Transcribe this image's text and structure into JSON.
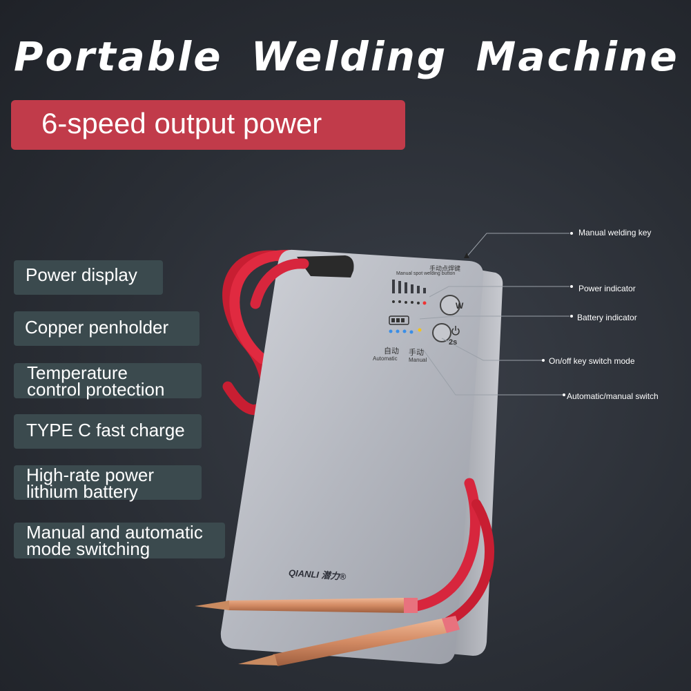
{
  "title": "Portable  Welding  Machine",
  "banner": "6-speed output power",
  "features": [
    "Power display",
    "Copper penholder",
    "Temperature\ncontrol protection",
    "TYPE C fast charge",
    "High-rate power\nlithium battery",
    "Manual and automatic\nmode switching"
  ],
  "callouts": [
    "Manual welding key",
    "Power indicator",
    "Battery indicator",
    "On/off key switch mode",
    "Automatic/manual switch"
  ],
  "device": {
    "top_label_cn": "手动点焊键",
    "top_label_en": "Manual spot welding button",
    "w_button": "W",
    "power_button_time": "2s",
    "auto_cn": "自动",
    "manual_cn": "手动",
    "auto_en": "Automatic",
    "manual_en": "Manual",
    "brand": "QIANLI 潜力®"
  },
  "colors": {
    "accent_red": "#c13b4a",
    "cable_red": "#d7263d",
    "feature_bg": "#3b4a4e",
    "device_silver": "#b9bcc4"
  }
}
